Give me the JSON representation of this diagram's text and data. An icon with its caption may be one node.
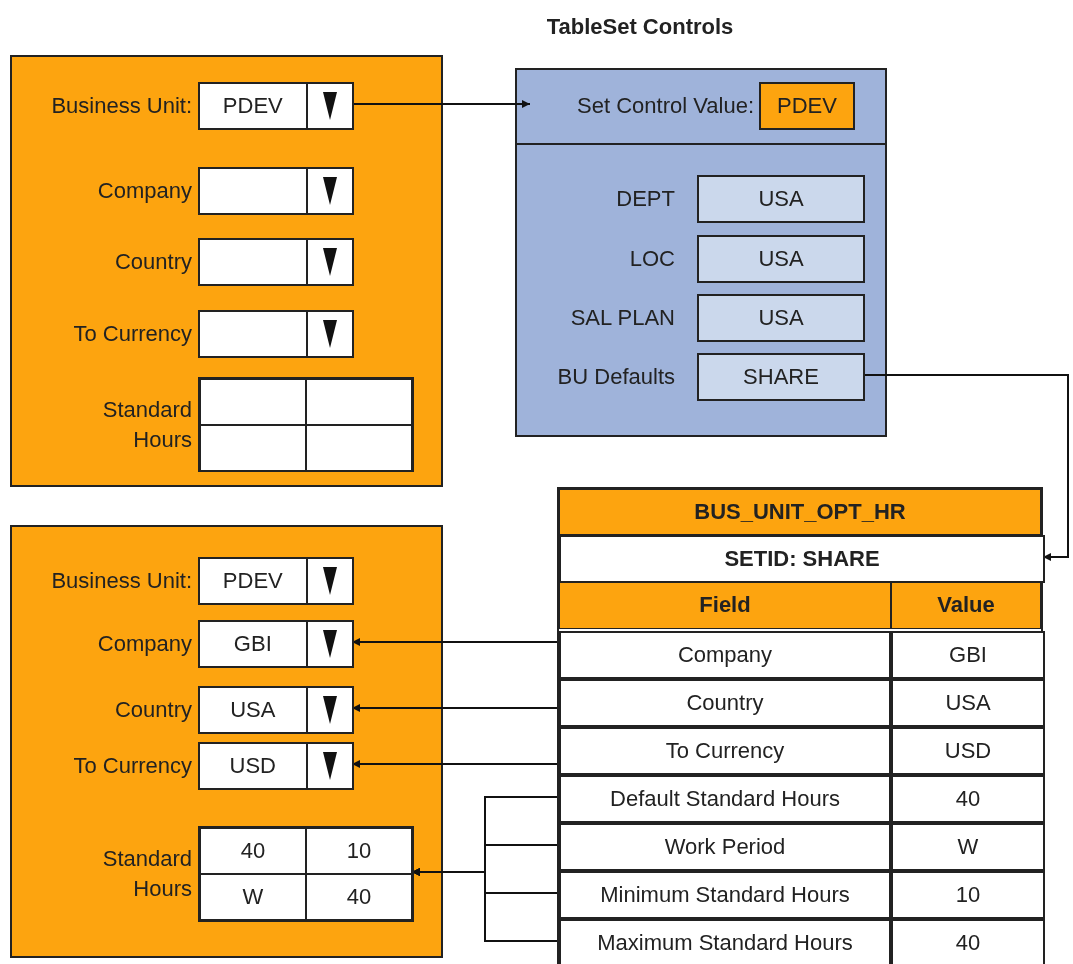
{
  "diagram": {
    "title": "TableSet Controls",
    "nodes": [
      {
        "text": [],
        "shape": "box"
      },
      {
        "text": [
          "PDEV"
        ],
        "beside": [
          "Business Unit:"
        ],
        "in": 0
      },
      {
        "text": [],
        "shape": "box",
        "beside": [
          "Company"
        ],
        "in": 0
      },
      {
        "text": [],
        "shape": "box",
        "beside": [
          "Country"
        ],
        "in": 0
      },
      {
        "text": [],
        "shape": "box",
        "beside": [
          "To Currency"
        ],
        "in": 0
      },
      {
        "text": [],
        "shape": "box",
        "beside": [
          "Standard Hours"
        ],
        "in": 0
      },
      {
        "text": [],
        "shape": "box"
      },
      {
        "text": [
          "PDEV"
        ],
        "beside": [
          "Set Control Value:"
        ],
        "in": 6
      },
      {
        "text": [
          "USA"
        ],
        "beside": [
          "DEPT"
        ],
        "in": 6
      },
      {
        "text": [
          "USA"
        ],
        "beside": [
          "LOC"
        ],
        "in": 6
      },
      {
        "text": [
          "USA"
        ],
        "beside": [
          "SAL PLAN"
        ],
        "in": 6
      },
      {
        "text": [
          "SHARE"
        ],
        "beside": [
          "BU Defaults"
        ],
        "in": 6
      },
      {
        "text": [],
        "shape": "box"
      },
      {
        "text": [
          "PDEV"
        ],
        "beside": [
          "Business Unit:"
        ],
        "in": 12
      },
      {
        "text": [
          "GBI"
        ],
        "beside": [
          "Company"
        ],
        "in": 12
      },
      {
        "text": [
          "USA"
        ],
        "beside": [
          "Country"
        ],
        "in": 12
      },
      {
        "text": [
          "USD"
        ],
        "beside": [
          "To Currency"
        ],
        "in": 12
      },
      {
        "text": [
          "40",
          "10",
          "W",
          "40"
        ],
        "beside": [
          "Standard Hours"
        ],
        "in": 12
      },
      {
        "text": [
          "BUS_UNIT_OPT_HR"
        ]
      },
      {
        "text": [
          "SETID: SHARE"
        ],
        "in": 18
      },
      {
        "text": [
          "Company",
          "GBI"
        ],
        "in": 18
      },
      {
        "text": [
          "Country",
          "USA"
        ],
        "in": 18
      },
      {
        "text": [
          "To Currency",
          "USD"
        ],
        "in": 18
      },
      {
        "text": [
          "Default Standard Hours",
          "40"
        ],
        "in": 18
      },
      {
        "text": [
          "Work Period",
          "W"
        ],
        "in": 18
      },
      {
        "text": [
          "Minimum Standard Hours",
          "10"
        ],
        "in": 18
      },
      {
        "text": [
          "Maximum Standard Hours",
          "40"
        ],
        "in": 18
      }
    ],
    "edges": [
      {
        "from": 1,
        "to": 7,
        "arrow": "to"
      },
      {
        "from": 11,
        "to": 19,
        "arrow": "to"
      },
      {
        "from": 20,
        "to": 14,
        "arrow": "to"
      },
      {
        "from": 21,
        "to": 15,
        "arrow": "to"
      },
      {
        "from": 22,
        "to": 16,
        "arrow": "to"
      },
      {
        "from": 23,
        "to": 17,
        "arrow": "to"
      },
      {
        "from": 24,
        "to": 17,
        "arrow": "to"
      },
      {
        "from": 25,
        "to": 17,
        "arrow": "to"
      },
      {
        "from": 26,
        "to": 17,
        "arrow": "to"
      }
    ],
    "labels": [
      "Field",
      "Value"
    ]
  }
}
